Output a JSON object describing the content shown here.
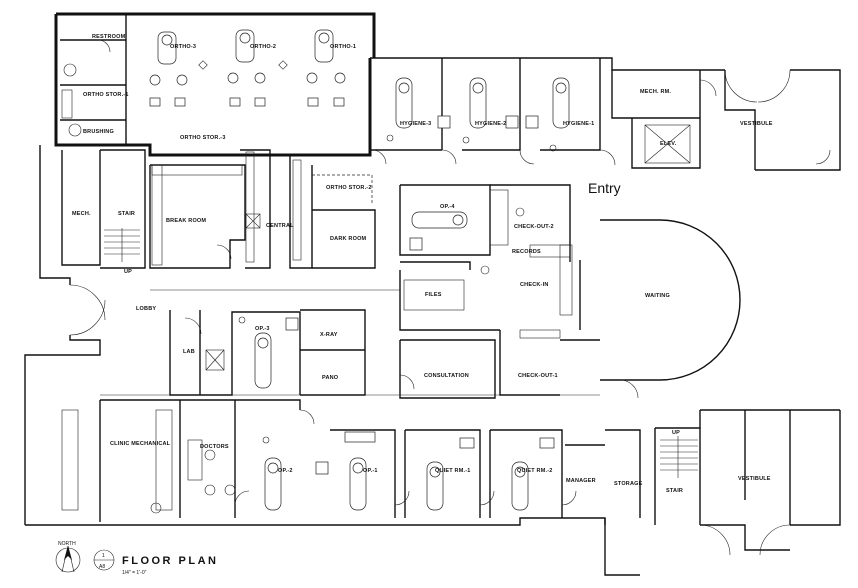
{
  "plan": {
    "title": "FLOOR PLAN",
    "scale": "1/4\" = 1'-0\"",
    "north": "NORTH",
    "sheet_number": "1",
    "sheet_id": "A8",
    "entry_label": "Entry"
  },
  "rooms": {
    "restroom": "RESTROOM",
    "ortho_stor_1": "ORTHO STOR.-1",
    "brushing": "BRUSHING",
    "ortho_3": "ORTHO-3",
    "ortho_2": "ORTHO-2",
    "ortho_1": "ORTHO-1",
    "ortho_stor_3": "ORTHO STOR.-3",
    "ortho_stor_2": "ORTHO STOR.-2",
    "hygiene_3": "HYGIENE-3",
    "hygiene_2": "HYGIENE-2",
    "hygiene_1": "HYGIENE-1",
    "mech_rm": "MECH. RM.",
    "vestibule_top": "VESTIBULE",
    "elev": "ELEV.",
    "mech": "MECH.",
    "stair_left": "STAIR",
    "break_room": "BREAK ROOM",
    "central": "CENTRAL",
    "dark_room": "DARK ROOM",
    "op_4": "OP.-4",
    "check_out_2": "CHECK-OUT-2",
    "records": "RECORDS",
    "files": "FILES",
    "check_in": "CHECK-IN",
    "waiting": "WAITING",
    "lobby": "LOBBY",
    "lab": "LAB",
    "op_3": "OP.-3",
    "x_ray": "X-RAY",
    "pano": "PANO",
    "consultation": "CONSULTATION",
    "check_out_1": "CHECK-OUT-1",
    "clinic_mechanical": "CLINIC MECHANICAL",
    "doctors": "DOCTORS",
    "op_2": "OP.-2",
    "op_1": "OP.-1",
    "quiet_rm_1": "QUIET RM.-1",
    "quiet_rm_2": "QUIET RM.-2",
    "manager": "MANAGER",
    "storage": "STORAGE",
    "stair_right": "STAIR",
    "vestibule_bottom": "VESTIBULE"
  },
  "marks": {
    "up_left": "UP",
    "up_right": "UP"
  }
}
